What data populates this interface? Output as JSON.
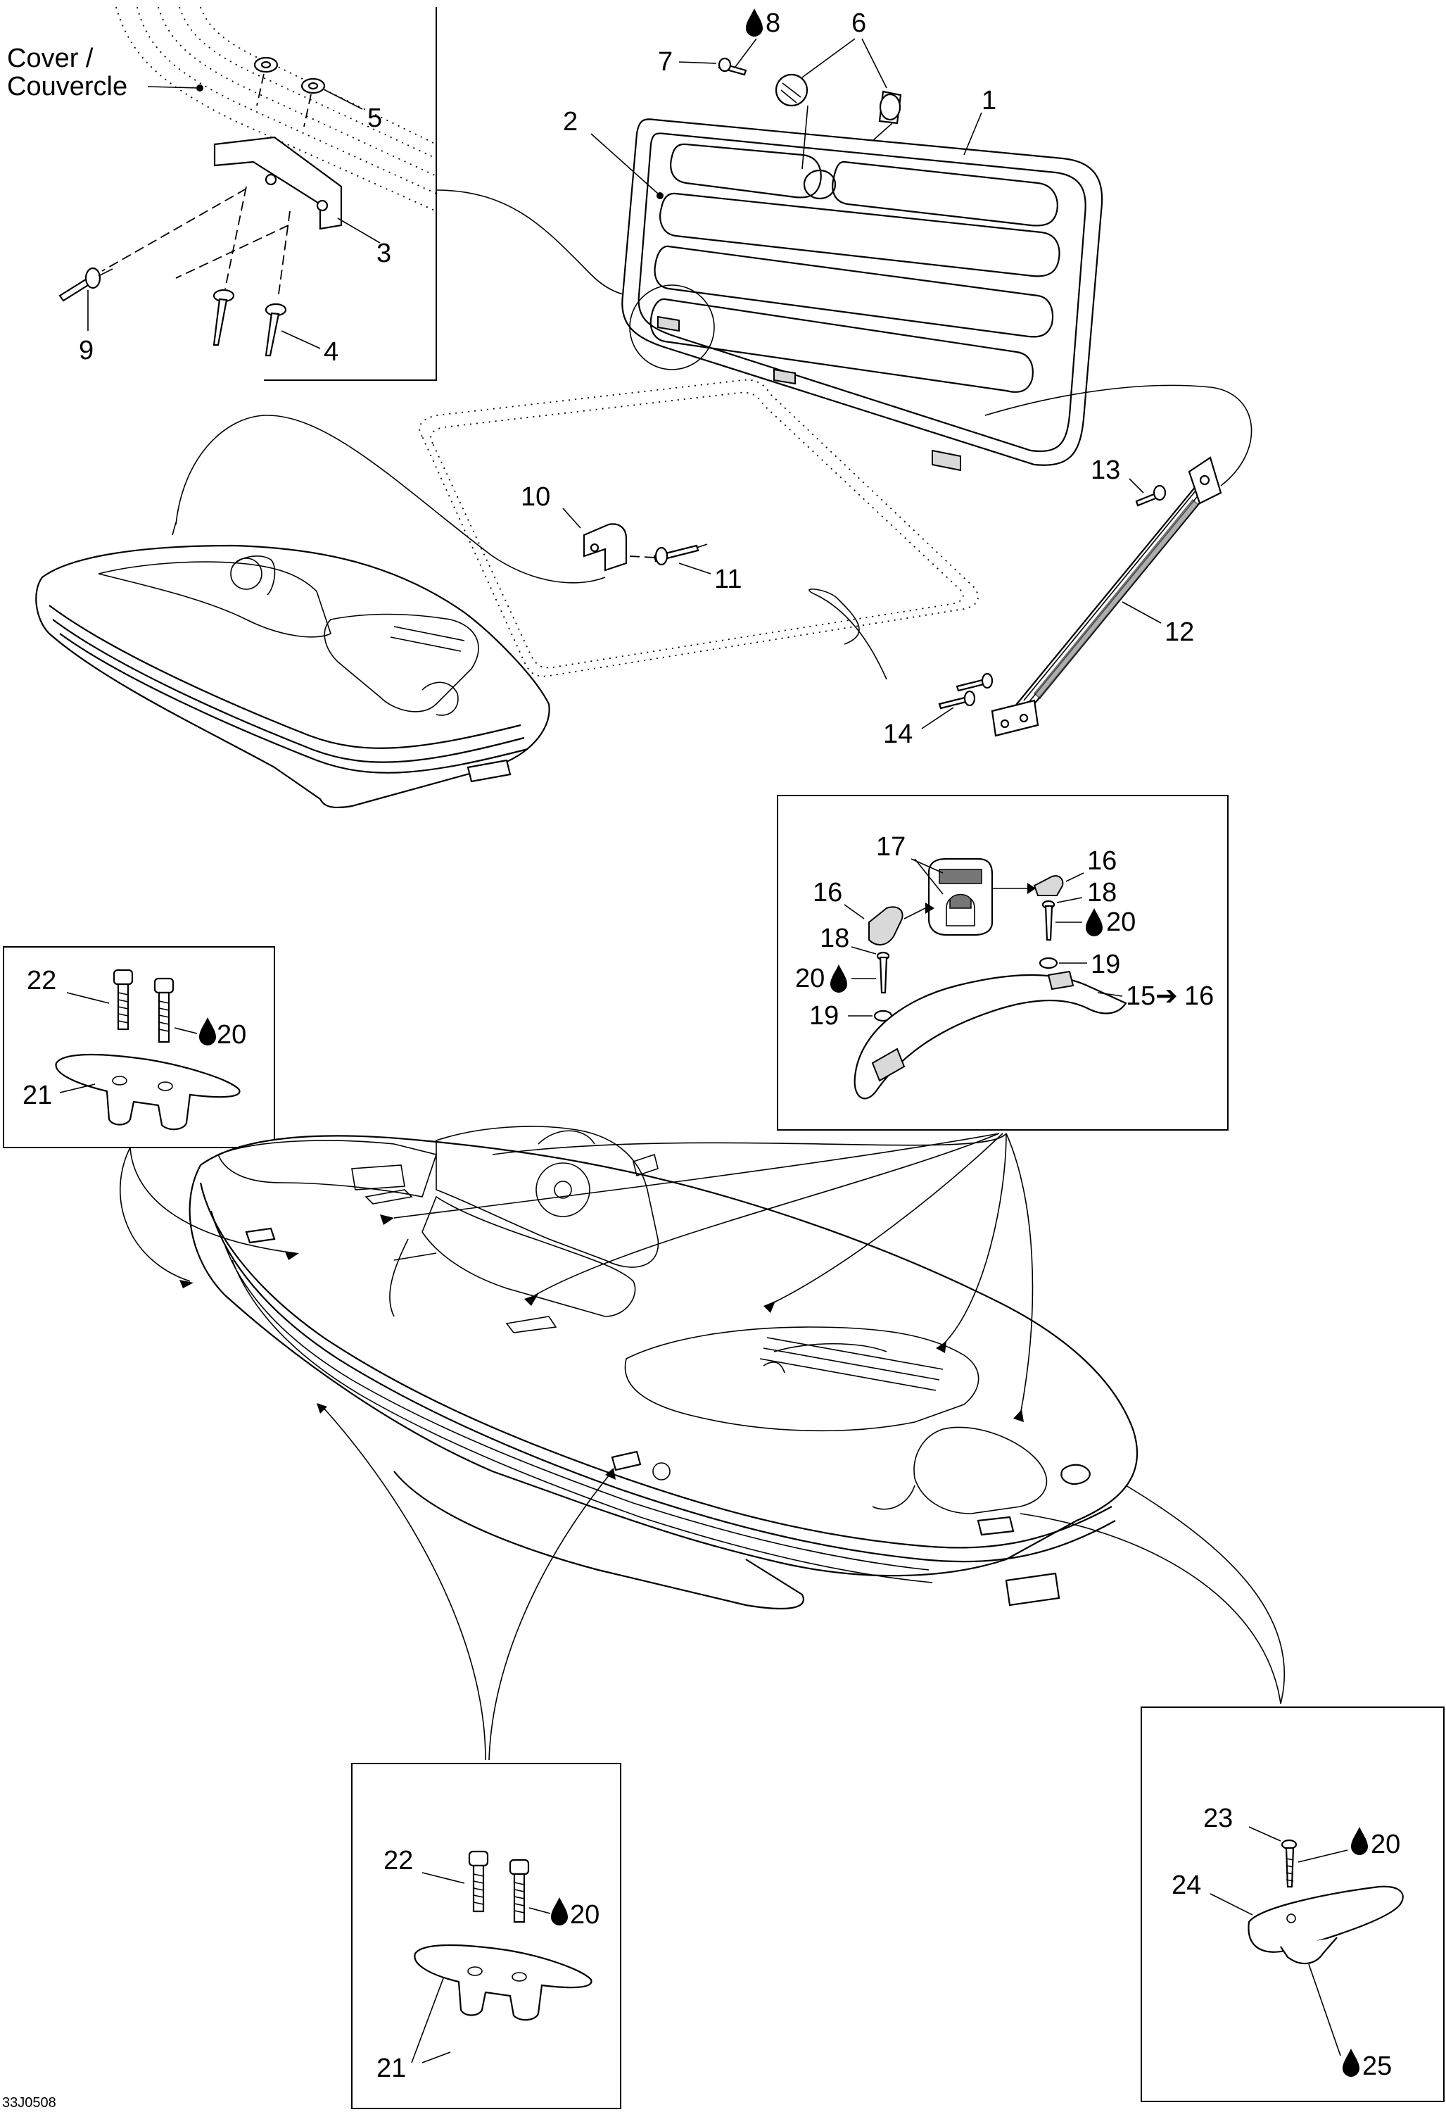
{
  "diagram": {
    "figure_code": "33J0508",
    "cover_label_line1": "Cover /",
    "cover_label_line2": "Couvercle",
    "callouts": {
      "c1": "1",
      "c2": "2",
      "c3": "3",
      "c4": "4",
      "c5": "5",
      "c6": "6",
      "c7": "7",
      "c8": "8",
      "c9": "9",
      "c10": "10",
      "c11": "11",
      "c12": "12",
      "c13": "13",
      "c14": "14",
      "c15": "15",
      "c15_arrow": "➔",
      "c15_to": "16",
      "c16a": "16",
      "c16b": "16",
      "c17": "17",
      "c18a": "18",
      "c18b": "18",
      "c19a": "19",
      "c19b": "19",
      "c20a": "20",
      "c20b": "20",
      "c22a": "22",
      "c20c": "20",
      "c21a": "21",
      "c22b": "22",
      "c20d": "20",
      "c21b": "21",
      "c23": "23",
      "c20e": "20",
      "c24": "24",
      "c25": "25"
    },
    "icons": {
      "adhesive": "drop-icon"
    }
  }
}
